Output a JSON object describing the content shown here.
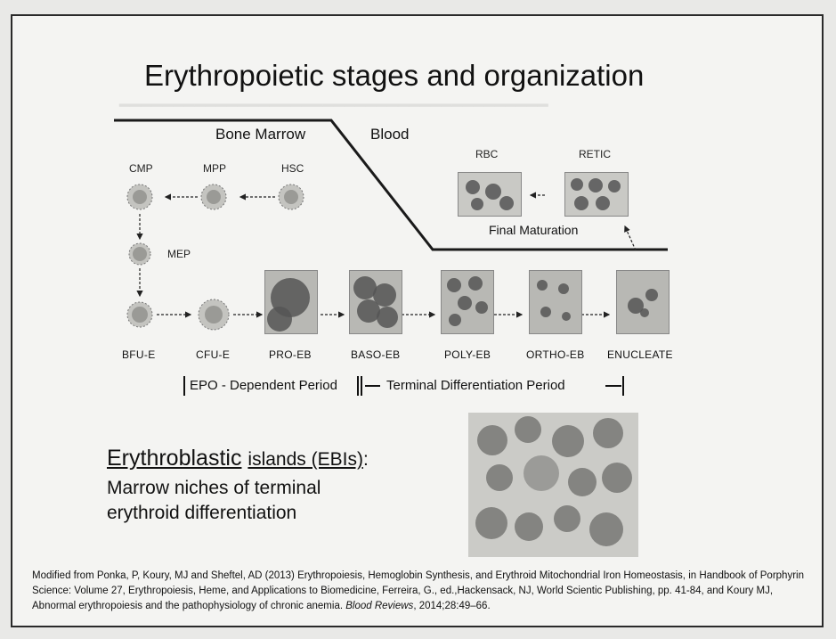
{
  "title": "Erythropoietic stages and organization",
  "regions": {
    "marrow": "Bone Marrow",
    "blood": "Blood"
  },
  "progenitors": {
    "cmp": "CMP",
    "mpp": "MPP",
    "hsc": "HSC",
    "mep": "MEP"
  },
  "blood_stages": {
    "rbc": "RBC",
    "retic": "RETIC",
    "final": "Final Maturation"
  },
  "stages": [
    "BFU-E",
    "CFU-E",
    "PRO-EB",
    "BASO-EB",
    "POLY-EB",
    "ORTHO-EB",
    "ENUCLEATE"
  ],
  "periods": {
    "epo": "EPO - Dependent Period",
    "terminal": "Terminal Differentiation Period"
  },
  "ebi": {
    "title_main": "Erythroblastic",
    "title_rest": "islands (EBIs)",
    "colon": ":",
    "line1": "Marrow niches of terminal",
    "line2": "erythroid differentiation"
  },
  "citation": {
    "part1": "Modified from Ponka, P, Koury, MJ and Sheftel, AD (2013) Erythropoiesis, Hemoglobin Synthesis, and Erythroid Mitochondrial Iron Homeostasis, in Handbook of Porphyrin Science: Volume 27, Erythropoiesis, Heme, and Applications to Biomedicine, Ferreira, G., ed.,Hackensack, NJ, World Scientic Publishing, pp. 41-84, and Koury MJ, Abnormal erythropoiesis and the pathophysiology of chronic anemia. ",
    "journal": "Blood Reviews",
    "part2": ", 2014;28:49–66."
  },
  "colors": {
    "line": "#1a1a1a",
    "cell": "#8a8a88",
    "background": "#f4f4f2"
  }
}
